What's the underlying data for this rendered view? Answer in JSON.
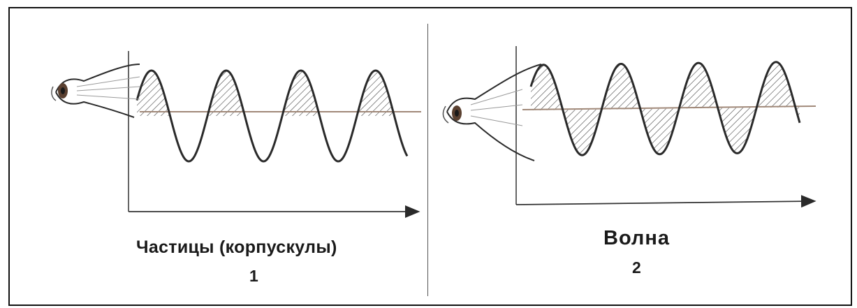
{
  "panels": [
    {
      "id": 1,
      "title": "Частицы (корпускулы)",
      "number": "1",
      "shading": "crests-only"
    },
    {
      "id": 2,
      "title": "Волна",
      "number": "2",
      "shading": "crests-and-troughs"
    }
  ],
  "icons": [
    "eye-icon"
  ],
  "colors": {
    "ink": "#2a2a2a",
    "baseline": "#a08878",
    "hatch": "#444444",
    "eye_iris": "#5a4030"
  }
}
